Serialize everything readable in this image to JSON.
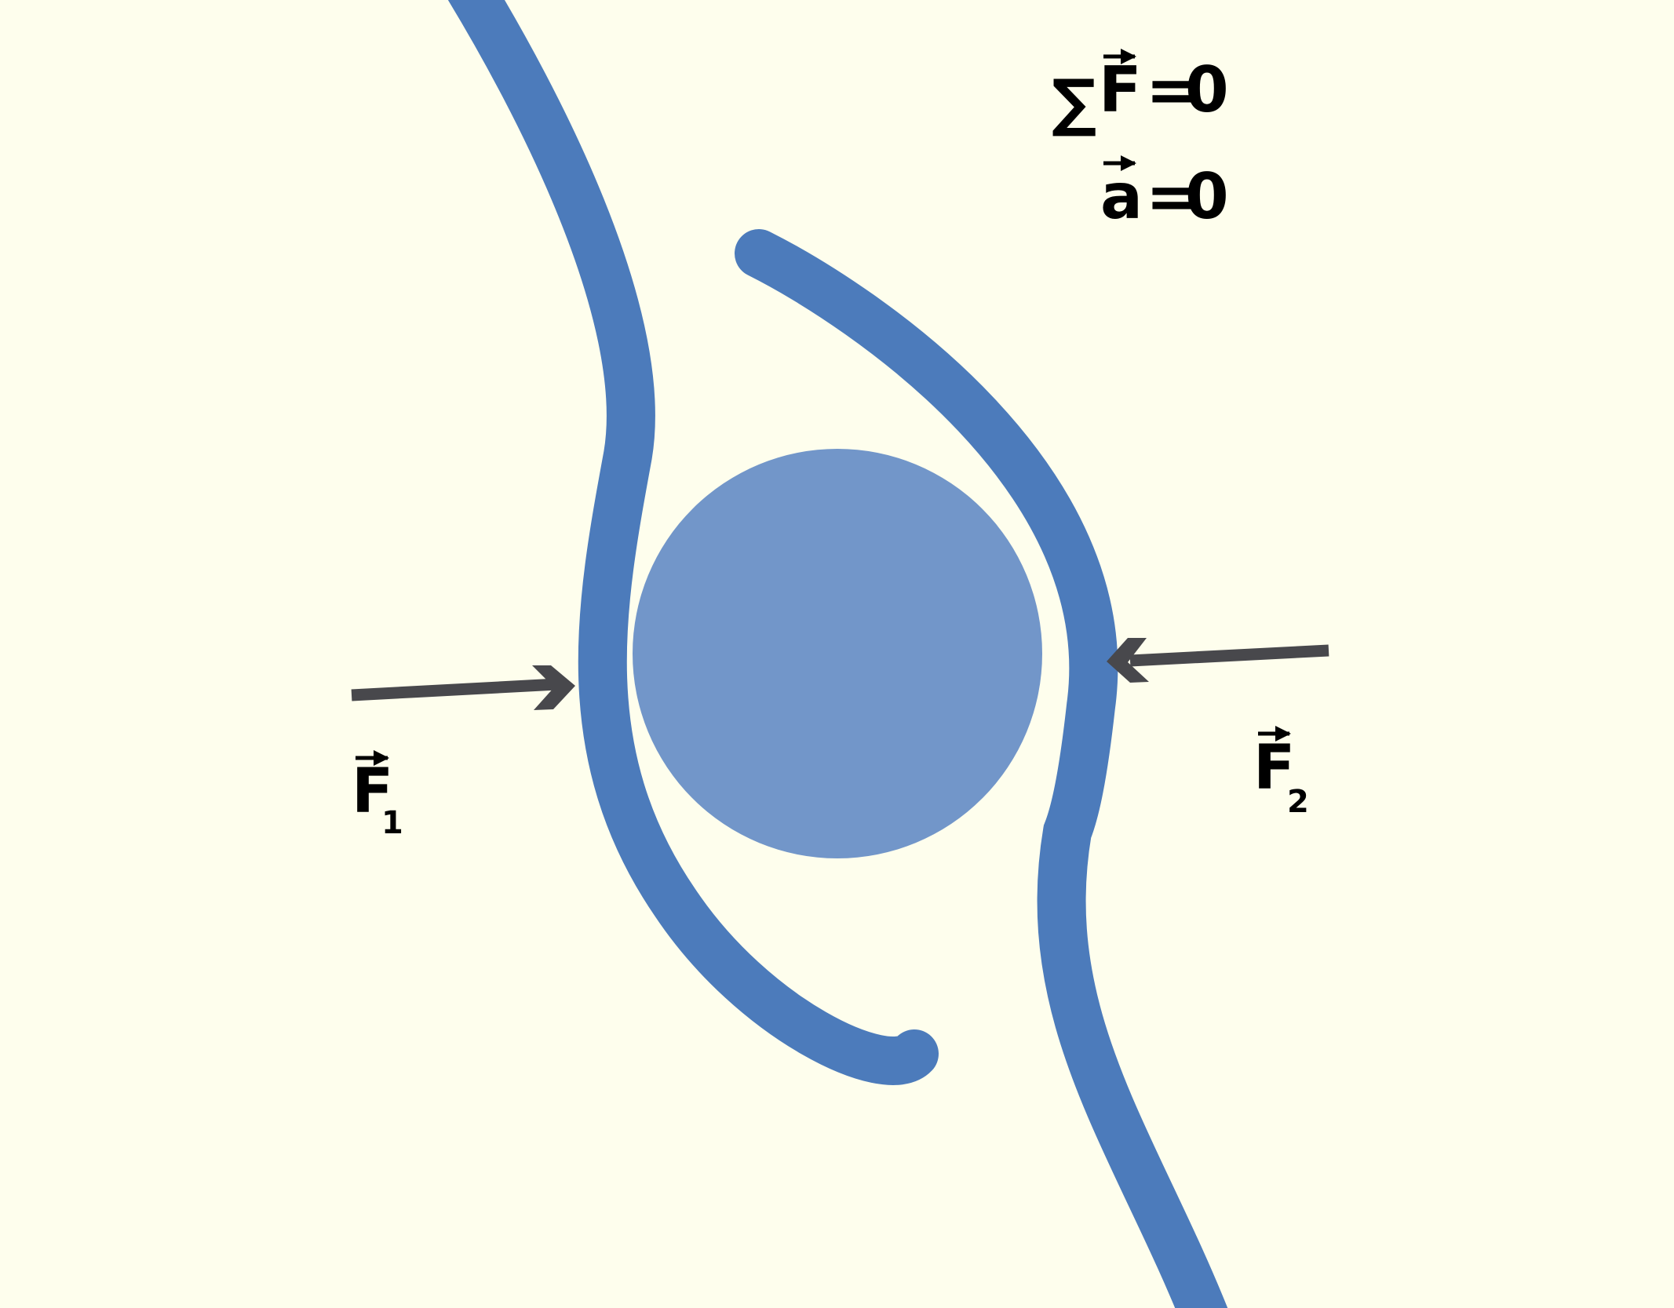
{
  "colors": {
    "background": "#fefeed",
    "curve": "#4c7bbb",
    "ball": "#7296c9",
    "arrow": "#48484c",
    "text": "#000000"
  },
  "equations": {
    "sum_symbol": "∑",
    "force_symbol": "F",
    "accel_symbol": "a",
    "equals": "=",
    "zero": "0"
  },
  "forces": {
    "f1": {
      "symbol": "F",
      "subscript": "1"
    },
    "f2": {
      "symbol": "F",
      "subscript": "2"
    }
  }
}
